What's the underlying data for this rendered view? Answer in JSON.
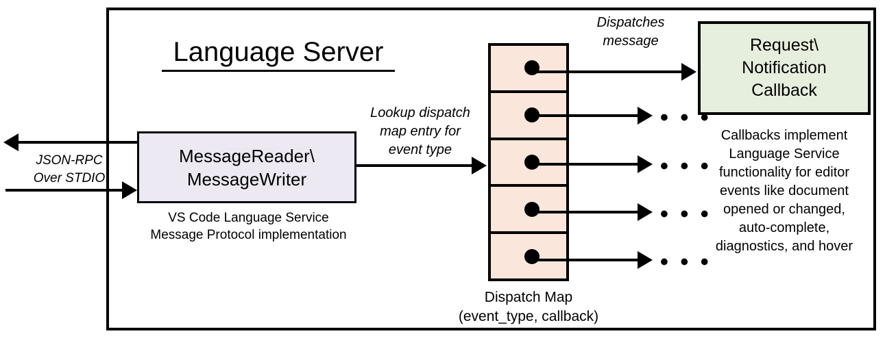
{
  "diagram": {
    "title": "Language Server",
    "outer_border_color": "#000000",
    "background": "#ffffff"
  },
  "external_io": {
    "label_line1": "JSON-RPC",
    "label_line2": "Over STDIO",
    "outbound_arrow": "arrow-left",
    "inbound_arrow": "arrow-right"
  },
  "reader": {
    "title_line1": "MessageReader\\",
    "title_line2": "MessageWriter",
    "fill": "#ece9f3",
    "caption_line1": "VS Code Language Service",
    "caption_line2": "Message Protocol implementation"
  },
  "lookup_edge": {
    "label_line1": "Lookup dispatch",
    "label_line2": "map entry for",
    "label_line3": "event type"
  },
  "dispatch_map": {
    "fill": "#fae6da",
    "caption_line1": "Dispatch Map",
    "caption_line2": "(event_type, callback)",
    "rows": [
      {
        "dot": "filled-dot",
        "out_arrow": true,
        "ellipsis": ""
      },
      {
        "dot": "filled-dot",
        "out_arrow": true,
        "ellipsis": "• • •"
      },
      {
        "dot": "filled-dot",
        "out_arrow": true,
        "ellipsis": "• • •"
      },
      {
        "dot": "filled-dot",
        "out_arrow": true,
        "ellipsis": "• • •"
      },
      {
        "dot": "filled-dot",
        "out_arrow": true,
        "ellipsis": "• • •"
      }
    ]
  },
  "dispatch_edge": {
    "label_line1": "Dispatches",
    "label_line2": "message"
  },
  "callback": {
    "fill": "#e6efdd",
    "title_line1": "Request\\",
    "title_line2": "Notification",
    "title_line3": "Callback",
    "caption_line1": "Callbacks implement",
    "caption_line2": "Language Service",
    "caption_line3": "functionality for editor",
    "caption_line4": "events like document",
    "caption_line5": "opened or changed,",
    "caption_line6": "auto-complete,",
    "caption_line7": "diagnostics, and hover"
  }
}
